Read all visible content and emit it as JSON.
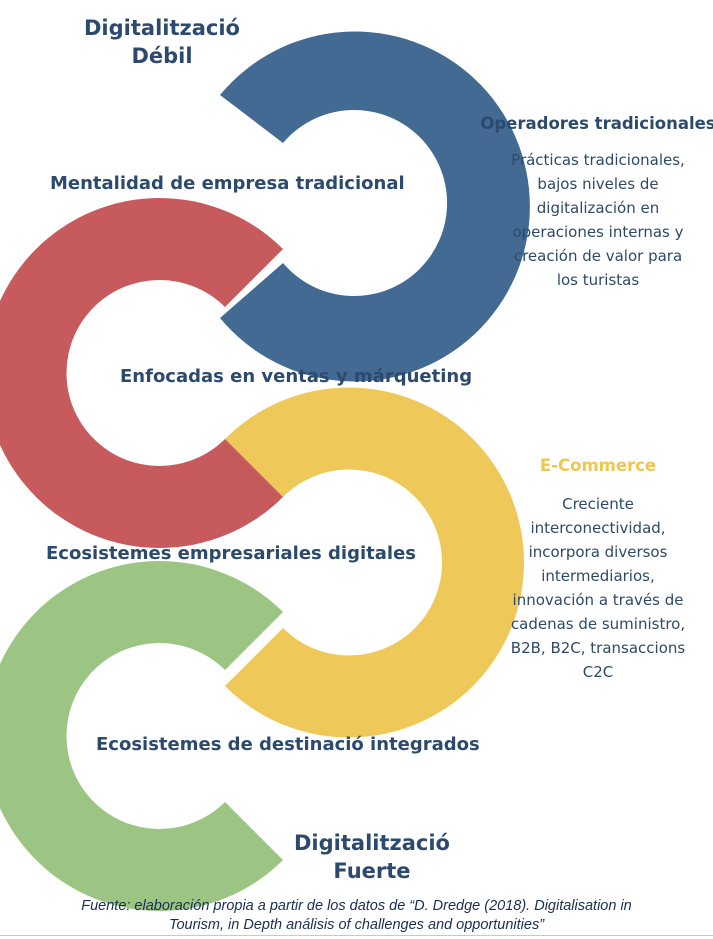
{
  "title_top": [
    "Digitalització",
    "Débil"
  ],
  "title_bottom": [
    "Digitalització",
    "Fuerte"
  ],
  "stages": [
    "Mentalidad de empresa tradicional",
    "Enfocadas en ventas y márqueting",
    "Ecosistemes empresariales digitales",
    "Ecosistemes de destinació integrados"
  ],
  "side_blocks": [
    {
      "title": "Operadores tradicionales",
      "color": "#2c4a6e",
      "lines": [
        "Prácticas tradicionales,",
        "bajos niveles de",
        "digitalización en",
        "operaciones internas y",
        "creación de valor para",
        "los turistas"
      ]
    },
    {
      "title": "E-Commerce",
      "color": "#f0c64e",
      "lines": [
        "Creciente",
        "interconectividad,",
        "incorpora diversos",
        "intermediarios,",
        "innovación a través de",
        "cadenas de suministro,",
        "B2B, B2C, transaccions",
        "C2C"
      ]
    }
  ],
  "rings": [
    {
      "name": "blue-ring",
      "color": "#426a93"
    },
    {
      "name": "red-ring",
      "color": "#c75a5c"
    },
    {
      "name": "yellow-ring",
      "color": "#efc85a"
    },
    {
      "name": "green-ring",
      "color": "#9cc584"
    }
  ],
  "footer": [
    "Fuente: elaboración propia a partir de los datos de “D. Dredge (2018). Digitalisation in",
    "Tourism, in Depth análisis of challenges and opportunities”"
  ]
}
